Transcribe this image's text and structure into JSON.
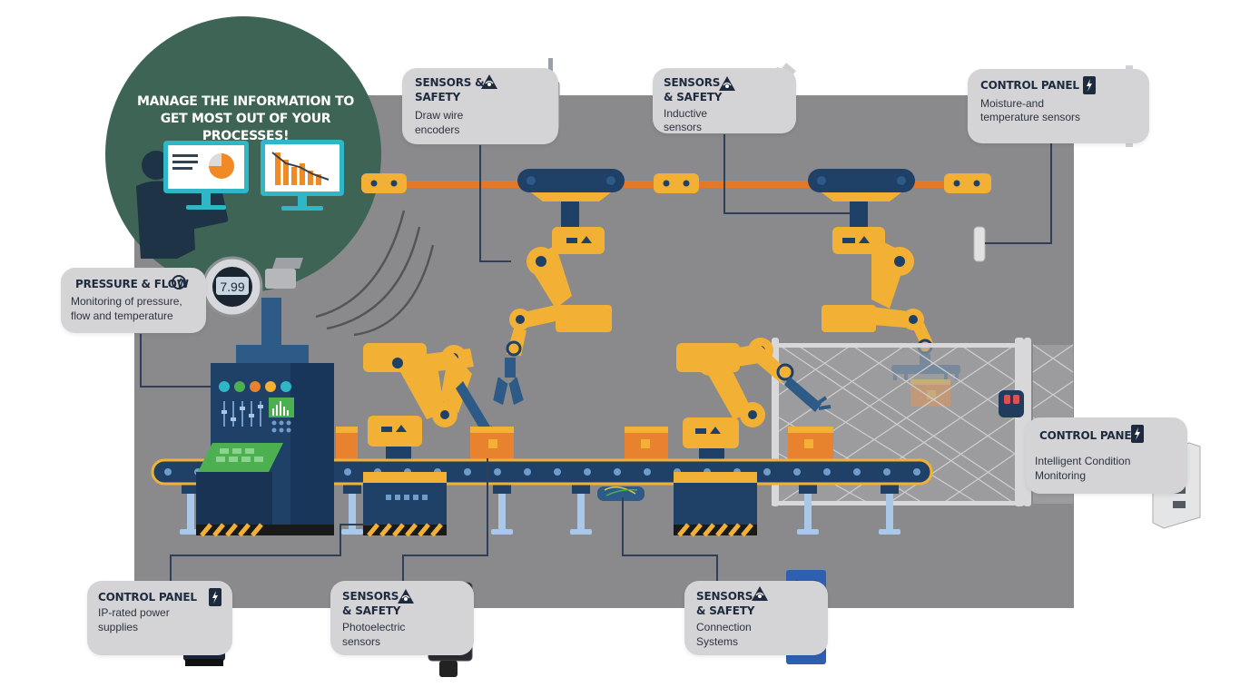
{
  "headline": "MANAGE THE INFORMATION TO GET MOST OUT OF YOUR PROCESSES!",
  "gauge_reading": "7.99",
  "cards": {
    "draw_wire": {
      "title1": "SENSORS &",
      "title2": "SAFETY",
      "desc1": "Draw wire",
      "desc2": "encoders",
      "icon": "wireless-warning-icon"
    },
    "inductive": {
      "title1": "SENSORS",
      "title2": "& SAFETY",
      "desc1": "Inductive",
      "desc2": "sensors",
      "icon": "wireless-warning-icon"
    },
    "moisture": {
      "title1": "CONTROL PANEL",
      "desc1": "Moisture-and",
      "desc2": "temperature sensors",
      "icon": "lightning-icon"
    },
    "pressure": {
      "title1": "PRESSURE & FLOW",
      "desc1": "Monitoring of pressure,",
      "desc2": "flow and temperature",
      "icon": "gauge-icon"
    },
    "condition": {
      "title1": "CONTROL PANEL",
      "desc1": "Intelligent Condition",
      "desc2": "Monitoring",
      "icon": "lightning-icon"
    },
    "power": {
      "title1": "CONTROL PANEL",
      "desc1": "IP-rated power",
      "desc2": "supplies",
      "icon": "lightning-icon"
    },
    "photoelectric": {
      "title1": "SENSORS",
      "title2": "& SAFETY",
      "desc1": "Photoelectric",
      "desc2": "sensors",
      "icon": "wireless-warning-icon"
    },
    "connection": {
      "title1": "SENSORS",
      "title2": "& SAFETY",
      "desc1": "Connection",
      "desc2": "Systems",
      "icon": "wireless-warning-icon"
    }
  },
  "colors": {
    "floor": "#8a8a8c",
    "circle": "#3e6456",
    "robot": "#f2b134",
    "belt": "#e07a2a",
    "navy": "#1f4168",
    "card": "#d4d4d6"
  }
}
